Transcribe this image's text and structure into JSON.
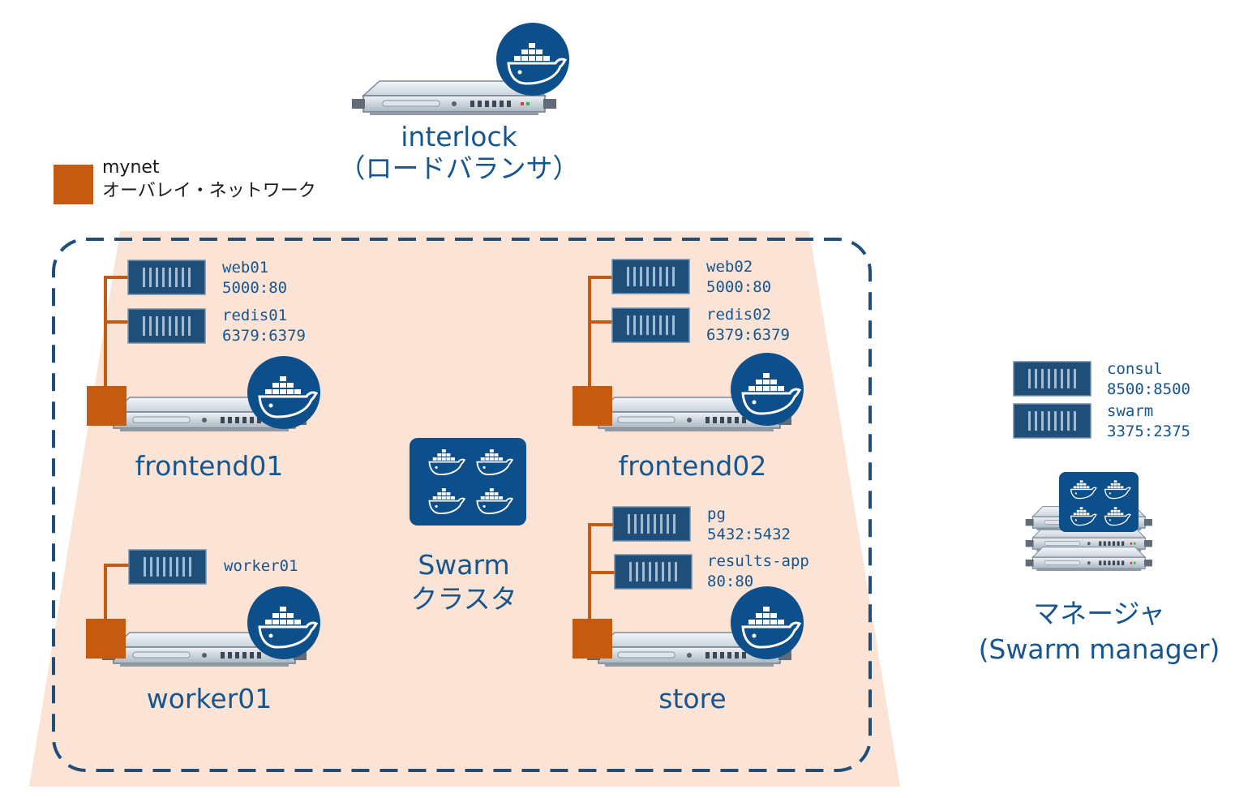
{
  "legend": {
    "line1": "mynet",
    "line2": "オーバレイ・ネットワーク",
    "swatch_color": "#c55a11"
  },
  "interlock": {
    "name": "interlock",
    "role": "（ロードバランサ）"
  },
  "cluster": {
    "line1": "Swarm",
    "line2": "クラスタ"
  },
  "hosts": {
    "frontend01": {
      "name": "frontend01",
      "containers": [
        {
          "name": "web01",
          "ports": "5000:80"
        },
        {
          "name": "redis01",
          "ports": "6379:6379"
        }
      ]
    },
    "frontend02": {
      "name": "frontend02",
      "containers": [
        {
          "name": "web02",
          "ports": "5000:80"
        },
        {
          "name": "redis02",
          "ports": "6379:6379"
        }
      ]
    },
    "worker01": {
      "name": "worker01",
      "containers": [
        {
          "name": "worker01"
        }
      ]
    },
    "store": {
      "name": "store",
      "containers": [
        {
          "name": "pg",
          "ports": "5432:5432"
        },
        {
          "name": "results-app",
          "ports": "80:80"
        }
      ]
    }
  },
  "manager": {
    "name": "マネージャ",
    "role": "(Swarm manager)",
    "containers": [
      {
        "name": "consul",
        "ports": "8500:8500"
      },
      {
        "name": "swarm",
        "ports": "3375:2375"
      }
    ]
  },
  "colors": {
    "docker_blue": "#0d4f8b",
    "overlay": "#c55a11",
    "cluster_bg": "#fbe4d5",
    "container": "#1f4e79"
  },
  "icons": [
    "server-icon",
    "docker-whale-icon",
    "container-icon",
    "swarm-icon",
    "server-stack-icon"
  ]
}
